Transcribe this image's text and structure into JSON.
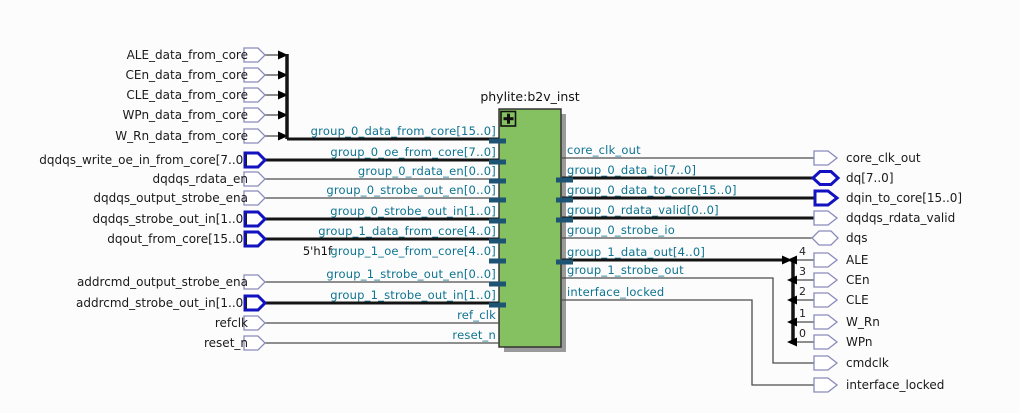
{
  "diagram": {
    "instance_title": "phylite:b2v_inst",
    "constant_value": "5'h1f"
  },
  "left_pins": [
    {
      "label": "ALE_data_from_core",
      "type": "input-scalar"
    },
    {
      "label": "CEn_data_from_core",
      "type": "input-scalar"
    },
    {
      "label": "CLE_data_from_core",
      "type": "input-scalar"
    },
    {
      "label": "WPn_data_from_core",
      "type": "input-scalar"
    },
    {
      "label": "W_Rn_data_from_core",
      "type": "input-scalar"
    },
    {
      "label": "dqdqs_write_oe_in_from_core[7..0]",
      "type": "input-bus"
    },
    {
      "label": "dqdqs_rdata_en",
      "type": "input-scalar"
    },
    {
      "label": "dqdqs_output_strobe_ena",
      "type": "input-scalar"
    },
    {
      "label": "dqdqs_strobe_out_in[1..0]",
      "type": "input-bus"
    },
    {
      "label": "dqout_from_core[15..0]",
      "type": "input-bus"
    },
    {
      "label": "addrcmd_output_strobe_ena",
      "type": "input-scalar"
    },
    {
      "label": "addrcmd_strobe_out_in[1..0]",
      "type": "input-bus"
    },
    {
      "label": "refclk",
      "type": "input-scalar"
    },
    {
      "label": "reset_n",
      "type": "input-scalar"
    }
  ],
  "left_ports": [
    {
      "label": "group_0_data_from_core[15..0]"
    },
    {
      "label": "group_0_oe_from_core[7..0]"
    },
    {
      "label": "group_0_rdata_en[0..0]"
    },
    {
      "label": "group_0_strobe_out_en[0..0]"
    },
    {
      "label": "group_0_strobe_out_in[1..0]"
    },
    {
      "label": "group_1_data_from_core[4..0]"
    },
    {
      "label": "group_1_oe_from_core[4..0]",
      "constant": "5'h1f"
    },
    {
      "label": "group_1_strobe_out_en[0..0]"
    },
    {
      "label": "group_1_strobe_out_in[1..0]"
    },
    {
      "label": "ref_clk"
    },
    {
      "label": "reset_n"
    }
  ],
  "right_ports": [
    {
      "label": "core_clk_out"
    },
    {
      "label": "group_0_data_io[7..0]"
    },
    {
      "label": "group_0_data_to_core[15..0]"
    },
    {
      "label": "group_0_rdata_valid[0..0]"
    },
    {
      "label": "group_0_strobe_io"
    },
    {
      "label": "group_1_data_out[4..0]"
    },
    {
      "label": "group_1_strobe_out"
    },
    {
      "label": "interface_locked"
    }
  ],
  "right_pins": [
    {
      "label": "core_clk_out",
      "type": "output-scalar"
    },
    {
      "label": "dq[7..0]",
      "type": "bidir-bus"
    },
    {
      "label": "dqin_to_core[15..0]",
      "type": "output-bus"
    },
    {
      "label": "dqdqs_rdata_valid",
      "type": "output-scalar"
    },
    {
      "label": "dqs",
      "type": "bidir-scalar"
    },
    {
      "label": "ALE",
      "type": "output-scalar"
    },
    {
      "label": "CEn",
      "type": "output-scalar"
    },
    {
      "label": "CLE",
      "type": "output-scalar"
    },
    {
      "label": "W_Rn",
      "type": "output-scalar"
    },
    {
      "label": "WPn",
      "type": "output-scalar"
    },
    {
      "label": "cmdclk",
      "type": "output-scalar"
    },
    {
      "label": "interface_locked",
      "type": "output-scalar"
    }
  ],
  "bus_bit_indices": [
    "4",
    "3",
    "2",
    "1",
    "0"
  ],
  "colors": {
    "block_fill": "#85c161",
    "bus_pin_stroke": "#1212c0",
    "scalar_pin_stroke": "#8a8abc",
    "net_label": "#0d7390",
    "port_stub": "#1d5473"
  }
}
